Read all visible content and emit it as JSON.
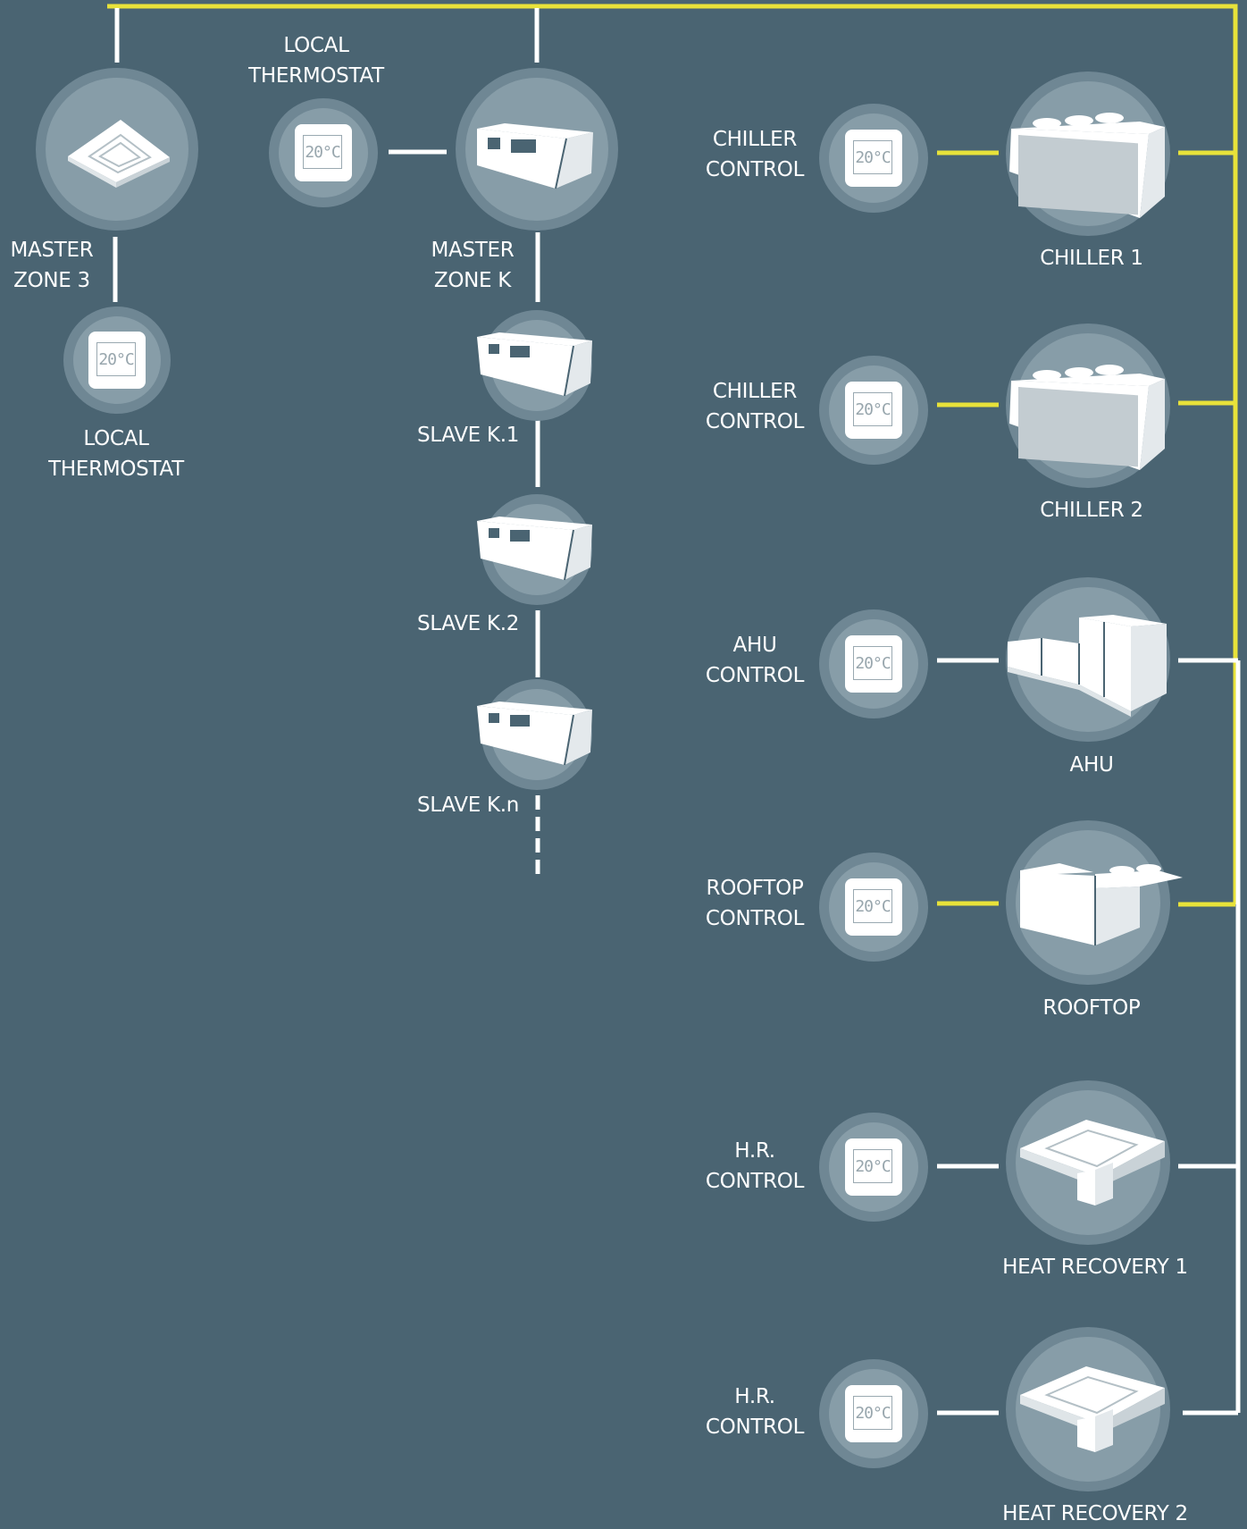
{
  "colors": {
    "background": "#4a6472",
    "bus_line": "#e8e23a",
    "link_line": "#ffffff"
  },
  "thermostat_display": "20°C",
  "units": {
    "master_zone_3": {
      "label": "MASTER\nZONE 3",
      "icon": "cassette-unit-icon"
    },
    "local_thermostat_top": {
      "label": "LOCAL\nTHERMOSTAT"
    },
    "local_thermostat_left": {
      "label": "LOCAL\nTHERMOSTAT"
    },
    "master_zone_k": {
      "label": "MASTER\nZONE K",
      "icon": "ducted-unit-icon"
    },
    "slave_k1": {
      "label": "SLAVE K.1",
      "icon": "ducted-unit-icon"
    },
    "slave_k2": {
      "label": "SLAVE K.2",
      "icon": "ducted-unit-icon"
    },
    "slave_kn": {
      "label": "SLAVE K.n",
      "icon": "ducted-unit-icon"
    },
    "chiller_control_1": {
      "label": "CHILLER\nCONTROL"
    },
    "chiller_1": {
      "label": "CHILLER 1",
      "icon": "chiller-icon"
    },
    "chiller_control_2": {
      "label": "CHILLER\nCONTROL"
    },
    "chiller_2": {
      "label": "CHILLER 2",
      "icon": "chiller-icon"
    },
    "ahu_control": {
      "label": "AHU\nCONTROL"
    },
    "ahu": {
      "label": "AHU",
      "icon": "air-handling-unit-icon"
    },
    "rooftop_control": {
      "label": "ROOFTOP\nCONTROL"
    },
    "rooftop": {
      "label": "ROOFTOP",
      "icon": "rooftop-unit-icon"
    },
    "hr_control_1": {
      "label": "H.R.\nCONTROL"
    },
    "heat_recovery_1": {
      "label": "HEAT RECOVERY 1",
      "icon": "heat-recovery-icon"
    },
    "hr_control_2": {
      "label": "H.R.\nCONTROL"
    },
    "heat_recovery_2": {
      "label": "HEAT RECOVERY 2",
      "icon": "heat-recovery-icon"
    }
  }
}
